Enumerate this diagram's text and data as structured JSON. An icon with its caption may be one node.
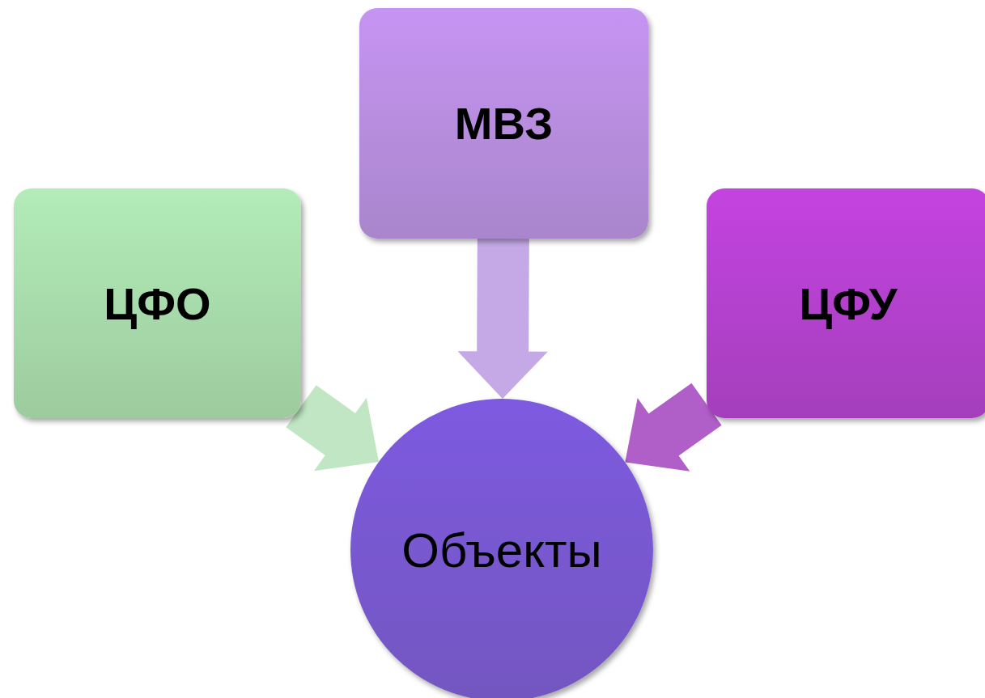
{
  "diagram": {
    "nodes": [
      {
        "text": [
          "МВЗ"
        ]
      },
      {
        "text": [
          "ЦФО"
        ]
      },
      {
        "text": [
          "ЦФУ"
        ]
      },
      {
        "text": [
          "Объекты"
        ]
      }
    ],
    "edges": [
      {
        "from": 1,
        "to": 3,
        "arrow": "to",
        "color": "#c0e6c3"
      },
      {
        "from": 0,
        "to": 3,
        "arrow": "to",
        "color": "#c5a8e6"
      },
      {
        "from": 2,
        "to": 3,
        "arrow": "to",
        "color": "#b05ec8"
      }
    ]
  }
}
